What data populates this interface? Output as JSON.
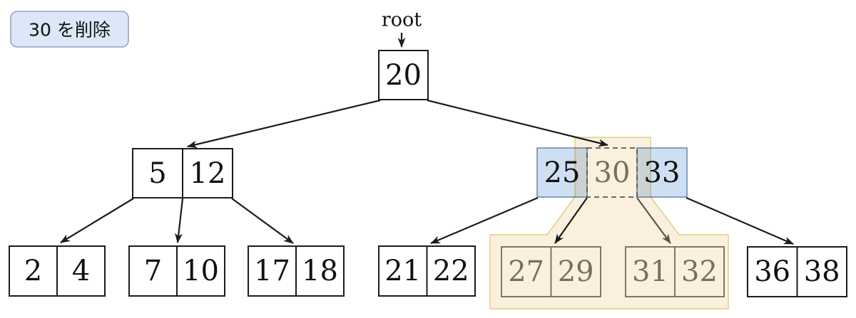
{
  "annotation": {
    "label": "30 を削除"
  },
  "diagram": {
    "type": "b-tree-delete-operation",
    "root_pointer_label": "root",
    "nodes": {
      "root": {
        "keys": [
          "20"
        ]
      },
      "left_internal": {
        "keys": [
          "5",
          "12"
        ]
      },
      "right_internal": {
        "keys": [
          "25",
          "30",
          "33"
        ],
        "highlighted_key": "30"
      },
      "leaf_2_4": {
        "keys": [
          "2",
          "4"
        ]
      },
      "leaf_7_10": {
        "keys": [
          "7",
          "10"
        ]
      },
      "leaf_17_18": {
        "keys": [
          "17",
          "18"
        ]
      },
      "leaf_21_22": {
        "keys": [
          "21",
          "22"
        ]
      },
      "leaf_27_29": {
        "keys": [
          "27",
          "29"
        ]
      },
      "leaf_31_32": {
        "keys": [
          "31",
          "32"
        ]
      },
      "leaf_36_38": {
        "keys": [
          "36",
          "38"
        ]
      }
    }
  },
  "colors": {
    "node_border": "#1c1c1c",
    "text": "#111111",
    "highlight_fill": "#faf0dd",
    "highlight_border": "#e4cd8c",
    "selected_cell_fill": "#cfdff2",
    "selected_cell_border": "#6b8cb5",
    "deleted_text": "#77705f",
    "deleted_cell_border": "#565656",
    "ghost_node_border": "#6f6a62",
    "gray_arrow": "#5a564d",
    "annotation_fill": "#dce8f8",
    "annotation_border": "#92a5c2"
  }
}
